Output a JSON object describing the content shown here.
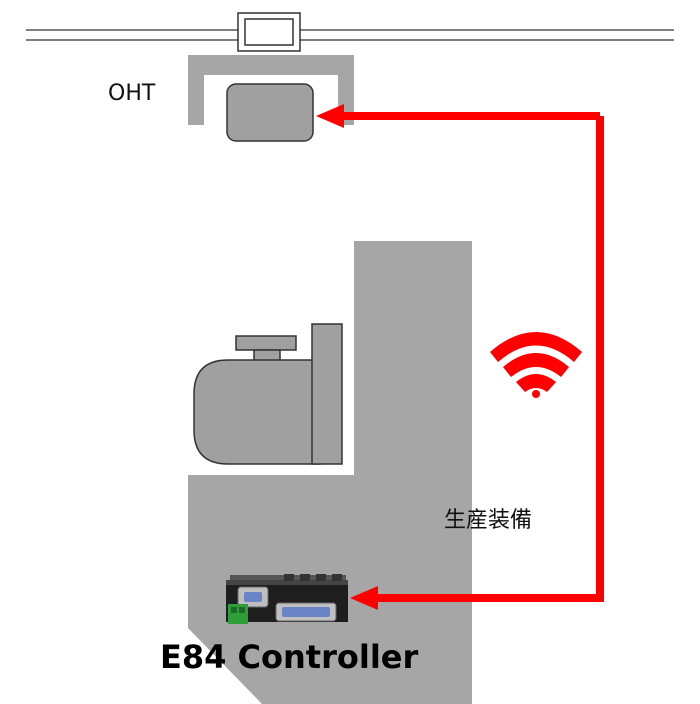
{
  "labels": {
    "oht": "OHT",
    "equipment": "生産装備",
    "controller": "E84 Controller"
  },
  "colors": {
    "signal": "#ff0000",
    "machine_gray": "#a6a6a6",
    "part_gray": "#a0a0a0",
    "rail": "#555555"
  },
  "icons": {
    "wireless": "wifi-icon"
  }
}
